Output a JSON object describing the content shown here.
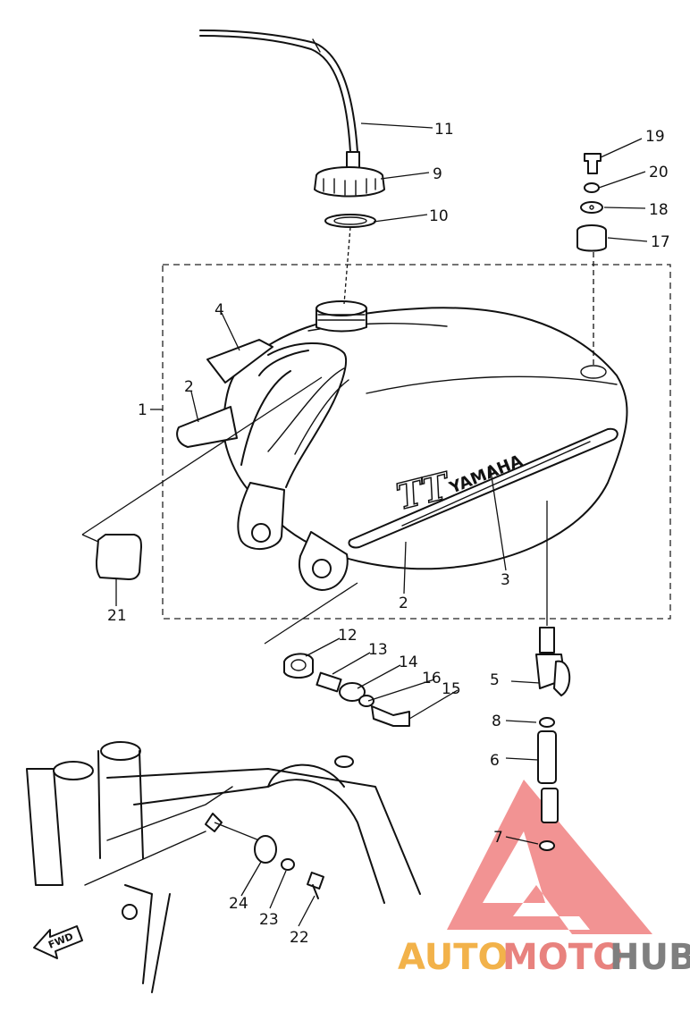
{
  "diagram": {
    "callouts": [
      {
        "id": "c1",
        "text": "1"
      },
      {
        "id": "c2a",
        "text": "2"
      },
      {
        "id": "c2b",
        "text": "2"
      },
      {
        "id": "c3",
        "text": "3"
      },
      {
        "id": "c4",
        "text": "4"
      },
      {
        "id": "c5",
        "text": "5"
      },
      {
        "id": "c6",
        "text": "6"
      },
      {
        "id": "c7",
        "text": "7"
      },
      {
        "id": "c8",
        "text": "8"
      },
      {
        "id": "c9",
        "text": "9"
      },
      {
        "id": "c10",
        "text": "10"
      },
      {
        "id": "c11",
        "text": "11"
      },
      {
        "id": "c12",
        "text": "12"
      },
      {
        "id": "c13",
        "text": "13"
      },
      {
        "id": "c14",
        "text": "14"
      },
      {
        "id": "c15",
        "text": "15"
      },
      {
        "id": "c16",
        "text": "16"
      },
      {
        "id": "c17",
        "text": "17"
      },
      {
        "id": "c18",
        "text": "18"
      },
      {
        "id": "c19",
        "text": "19"
      },
      {
        "id": "c20",
        "text": "20"
      },
      {
        "id": "c21",
        "text": "21"
      },
      {
        "id": "c22",
        "text": "22"
      },
      {
        "id": "c23",
        "text": "23"
      },
      {
        "id": "c24",
        "text": "24"
      }
    ],
    "tank_model_text": "TT",
    "tank_brand_text": "YAMAHA",
    "fwd_arrow_text": "FWD"
  },
  "watermark": {
    "auto": "AUTO",
    "moto": "MOTO",
    "hub": "HUB",
    "colors": {
      "triangle": "#f08080",
      "auto": "#f2b24a",
      "moto": "#e8827e",
      "hub": "#7f7f7f"
    }
  }
}
